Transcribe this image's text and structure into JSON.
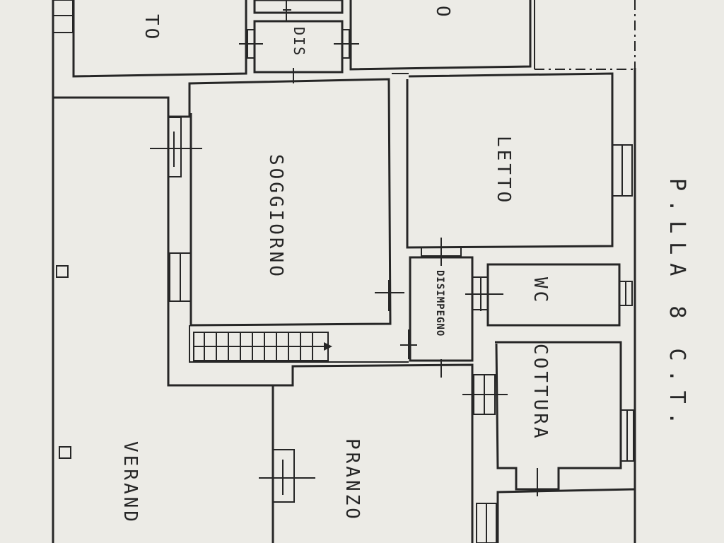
{
  "plan": {
    "parcel": "P.LLA 8 C.T.",
    "rooms": {
      "letto_top_left_partial": "TO",
      "letto_top_right_partial": "O",
      "dis": "DIS",
      "soggiorno": "SOGGIORNO",
      "letto": "LETTO",
      "disimpegno": "DISIMPEGNO",
      "wc": "WC",
      "cottura": "COTTURA",
      "pranzo": "PRANZO",
      "veranda_partial": "VERAND"
    }
  }
}
